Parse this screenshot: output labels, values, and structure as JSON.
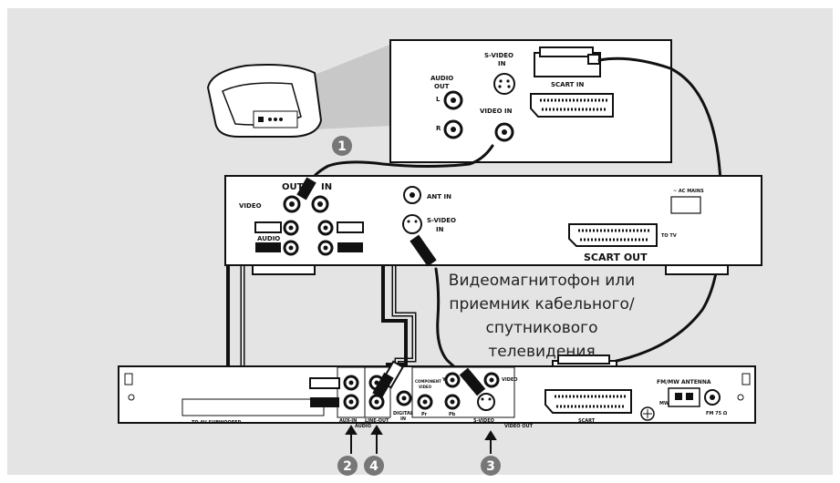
{
  "tv_panel": {
    "audio_out": "AUDIO",
    "audio_out_2": "OUT",
    "left": "L",
    "right": "R",
    "svideo_in": "S-VIDEO",
    "svideo_in_2": "IN",
    "scart_in": "SCART IN",
    "video_in": "VIDEO IN"
  },
  "vcr": {
    "out": "OUT",
    "in": "IN",
    "video": "VIDEO",
    "audio": "AUDIO",
    "ant_in": "ANT IN",
    "svideo": "S-VIDEO",
    "svideo_in": "IN",
    "scart_out": "SCART OUT",
    "to_tv": "TO TV",
    "ac_mains": "~ AC MAINS"
  },
  "caption": [
    "Видеомагнитофон или",
    "приемник кабельного/",
    "спутникового",
    "телевидения"
  ],
  "player": {
    "to_av_subwoofer": "TO AV SUBWOOFER",
    "aux_in": "AUX-IN",
    "line_out": "LINE-OUT",
    "audio": "AUDIO",
    "digital": "DIGITAL",
    "digital_in": "IN",
    "component": "COMPONENT",
    "component_video": "VIDEO",
    "y": "Y",
    "pr": "Pr",
    "pb": "Pb",
    "video": "VIDEO",
    "svideo": "S-VIDEO",
    "video_out": "VIDEO OUT",
    "scart": "SCART",
    "fm_mw_antenna": "FM/MW ANTENNA",
    "mw": "MW",
    "fm": "FM 75 Ω"
  },
  "steps": {
    "one": "1",
    "two": "2",
    "three": "3",
    "four": "4"
  },
  "colors": {
    "background_panel": "#e4e4e4",
    "callout": "#c8c8c8",
    "step_badge": "#777777",
    "cable": "#111111"
  }
}
